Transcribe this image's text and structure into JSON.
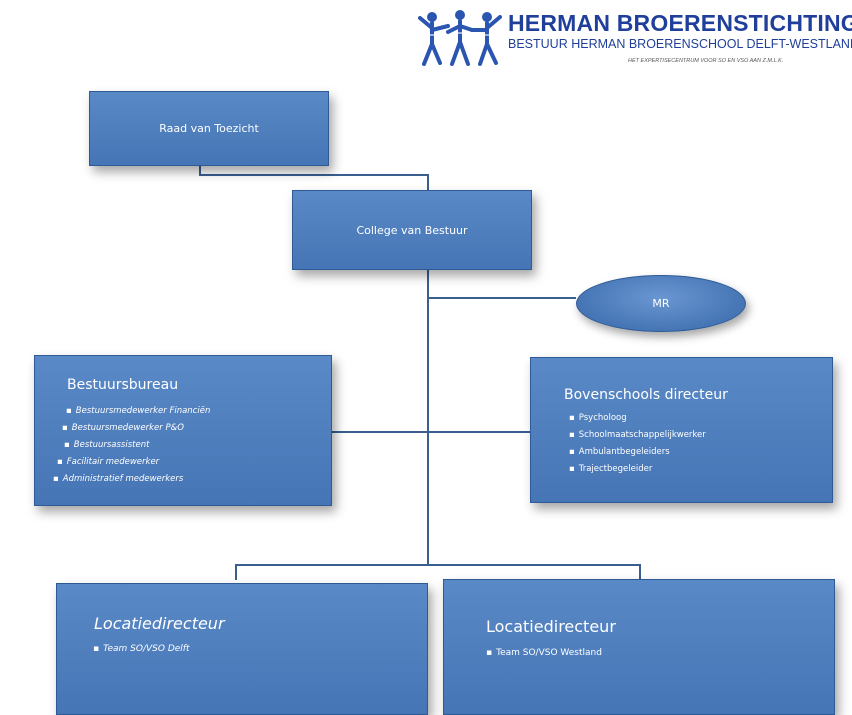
{
  "logo": {
    "icon": "dancing-figures-logo",
    "title": "HERMAN BROERENSTICHTING",
    "subtitle": "BESTUUR HERMAN BROERENSCHOOL DELFT-WESTLAND",
    "tagline": "HET EXPERTISECENTRUM VOOR SO EN VSO AAN Z.M.L.K."
  },
  "colors": {
    "box_fill": "#4f7fbe",
    "box_border": "#2e5a96",
    "connector": "#3a5f8f",
    "logo_blue": "#1f3f9a"
  },
  "nodes": {
    "toezicht": {
      "label": "Raad van Toezicht"
    },
    "cvb": {
      "label": "College van Bestuur"
    },
    "mr": {
      "label": "MR"
    },
    "bureau": {
      "title": "Bestuursbureau",
      "items": [
        "Bestuursmedewerker Financiën",
        "Bestuursmedewerker P&O",
        "Bestuursassistent",
        "Facilitair medewerker",
        "Administratief medewerkers"
      ]
    },
    "bovens": {
      "title": "Bovenschools directeur",
      "items": [
        "Psycholoog",
        "Schoolmaatschappelijkwerker",
        "Ambulantbegeleiders",
        "Trajectbegeleider"
      ]
    },
    "loc1": {
      "title": "Locatiedirecteur",
      "items": [
        "Team SO/VSO Delft"
      ]
    },
    "loc2": {
      "title": "Locatiedirecteur",
      "items": [
        "Team SO/VSO Westland"
      ]
    }
  }
}
